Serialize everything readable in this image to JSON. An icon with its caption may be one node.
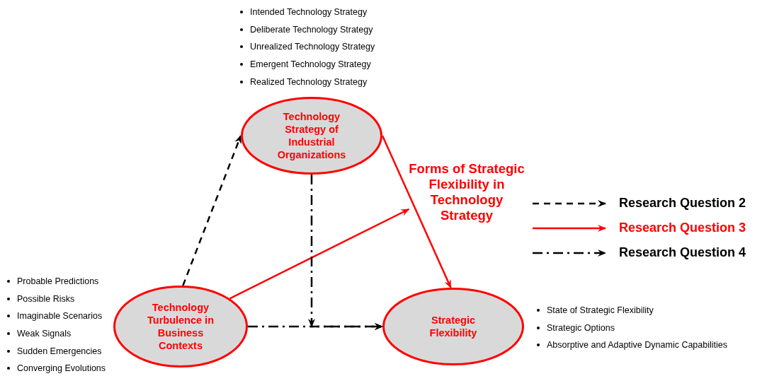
{
  "diagram": {
    "nodes": [
      {
        "text": [
          "Technology Strategy of Industrial Organizations"
        ],
        "beside": [
          "Intended Technology Strategy",
          "Deliberate Technology Strategy",
          "Unrealized Technology Strategy",
          "Emergent Technology Strategy",
          "Realized Technology Strategy"
        ]
      },
      {
        "text": [
          "Technology Turbulence in Business Contexts"
        ],
        "beside": [
          "Probable Predictions",
          "Possible Risks",
          "Imaginable Scenarios",
          "Weak Signals",
          "Sudden Emergencies",
          "Converging Evolutions"
        ]
      },
      {
        "text": [
          "Strategic Flexibility"
        ],
        "beside": [
          "State of Strategic Flexibility",
          "Strategic Options",
          "Absorptive and Adaptive Dynamic Capabilities"
        ]
      },
      {
        "text": [
          "Forms of Strategic Flexibility in Technology Strategy"
        ]
      }
    ],
    "edges": [
      {
        "from": 1,
        "to": 0,
        "arrow": "to",
        "style": "dashed"
      },
      {
        "from": 1,
        "to": 3,
        "arrow": "to",
        "color": "#ff0000"
      },
      {
        "from": 0,
        "to": 2,
        "arrow": "to",
        "color": "#ff0000"
      },
      {
        "from": 1,
        "to": 2,
        "arrow": "to",
        "style": "dashed"
      },
      {
        "from": 0,
        "to": 2,
        "arrow": "to",
        "style": "dashed"
      }
    ],
    "legend": [
      {
        "text": "Research Question 2"
      },
      {
        "text": "Research Question 3"
      },
      {
        "text": "Research Question 4"
      }
    ]
  }
}
